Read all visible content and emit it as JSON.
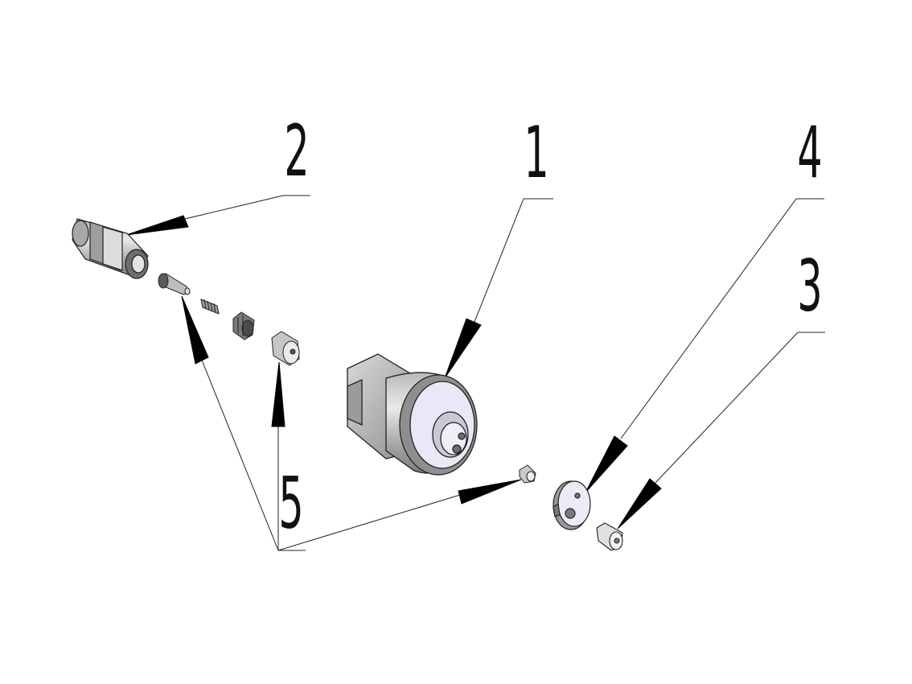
{
  "callouts": [
    {
      "id": "1",
      "label": "1"
    },
    {
      "id": "2",
      "label": "2"
    },
    {
      "id": "3",
      "label": "3"
    },
    {
      "id": "4",
      "label": "4"
    },
    {
      "id": "5",
      "label": "5"
    }
  ],
  "colors": {
    "line": "#222222",
    "arrow": "#000000",
    "part_body": "#c8c8c8",
    "part_shadow": "#8a8a8a",
    "part_face": "#e6e6f4",
    "part_dark": "#3a3a3a"
  }
}
